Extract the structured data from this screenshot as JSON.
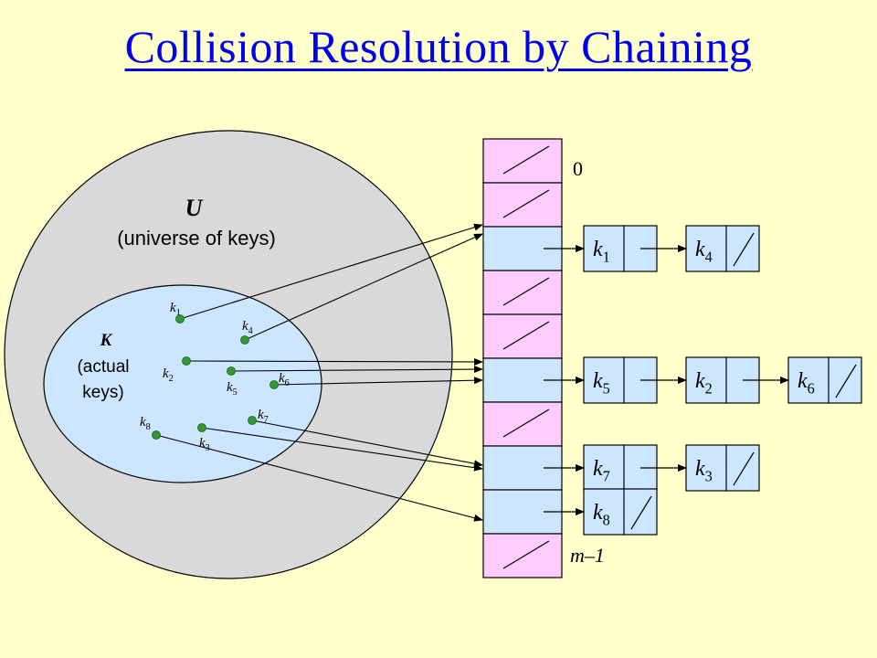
{
  "title": "Collision Resolution by Chaining",
  "universe": {
    "label": "U",
    "description_line1": "(universe of keys)"
  },
  "actual_keys": {
    "label": "K",
    "description_line1": "(actual",
    "description_line2": "keys)"
  },
  "keys": [
    {
      "base": "k",
      "sub": "1"
    },
    {
      "base": "k",
      "sub": "2"
    },
    {
      "base": "k",
      "sub": "3"
    },
    {
      "base": "k",
      "sub": "4"
    },
    {
      "base": "k",
      "sub": "5"
    },
    {
      "base": "k",
      "sub": "6"
    },
    {
      "base": "k",
      "sub": "7"
    },
    {
      "base": "k",
      "sub": "8"
    }
  ],
  "table": {
    "first_index_label": "0",
    "last_index_label": "m–1",
    "slots": [
      {
        "empty": true
      },
      {
        "empty": true
      },
      {
        "empty": false,
        "chain": [
          "1",
          "4"
        ]
      },
      {
        "empty": true
      },
      {
        "empty": true
      },
      {
        "empty": false,
        "chain": [
          "5",
          "2",
          "6"
        ]
      },
      {
        "empty": true
      },
      {
        "empty": false,
        "chain": [
          "7",
          "3"
        ]
      },
      {
        "empty": false,
        "chain": [
          "8"
        ]
      },
      {
        "empty": true
      }
    ]
  },
  "colors": {
    "background": "#ffffcc",
    "universe_fill": "#d9d9d9",
    "actual_keys_fill": "#cce6ff",
    "empty_slot_fill": "#ffccff",
    "used_slot_fill": "#cce6ff",
    "node_fill": "#cce6ff",
    "key_dot": "#339933",
    "title": "#0000ee"
  }
}
